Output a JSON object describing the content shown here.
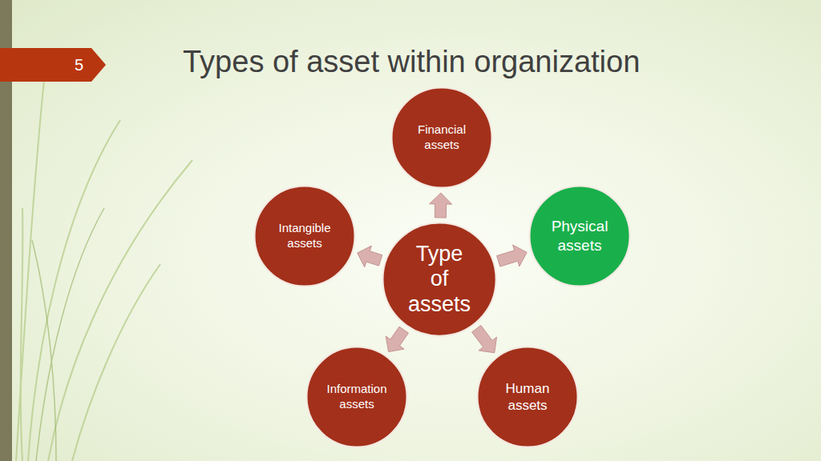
{
  "diagram": {
    "title": "Types of asset within organization",
    "nodes": [
      {
        "text": [
          "5"
        ]
      },
      {
        "text": [
          "Financial assets"
        ]
      },
      {
        "text": [
          "Intangible assets"
        ]
      },
      {
        "text": [
          "Type of assets"
        ]
      },
      {
        "text": [
          "Physical assets"
        ]
      },
      {
        "text": [
          "Information assets"
        ]
      },
      {
        "text": [
          "Human assets"
        ]
      }
    ],
    "edges": [
      {
        "from": 3,
        "to": 1,
        "arrow": "to"
      },
      {
        "from": 3,
        "to": 4,
        "arrow": "to"
      },
      {
        "from": 3,
        "to": 6,
        "arrow": "to"
      },
      {
        "from": 3,
        "to": 5,
        "arrow": "to"
      },
      {
        "from": 3,
        "to": 2,
        "arrow": "to"
      }
    ]
  }
}
